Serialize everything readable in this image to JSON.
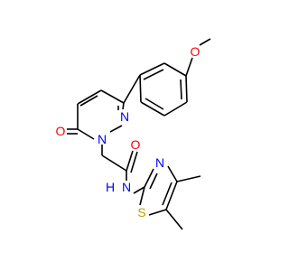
{
  "atoms": {
    "ketone_oxygen": {
      "symbol": "O",
      "color": "#ff0000"
    },
    "ring_nitrogen_1": {
      "symbol": "N",
      "color": "#0000ff"
    },
    "ring_nitrogen_2": {
      "symbol": "N",
      "color": "#0000ff"
    },
    "methoxy_oxygen": {
      "symbol": "O",
      "color": "#ff0000"
    },
    "amide_oxygen": {
      "symbol": "O",
      "color": "#ff0000"
    },
    "amide_nitrogen": {
      "symbol": "N",
      "color": "#0000ff"
    },
    "amide_hydrogen": {
      "symbol": "H",
      "color": "#0000ff"
    },
    "thiazole_nitrogen": {
      "symbol": "N",
      "color": "#0000ff"
    },
    "thiazole_sulfur": {
      "symbol": "S",
      "color": "#b8a000"
    }
  },
  "colors": {
    "bond": "#000000",
    "background": "#ffffff"
  }
}
